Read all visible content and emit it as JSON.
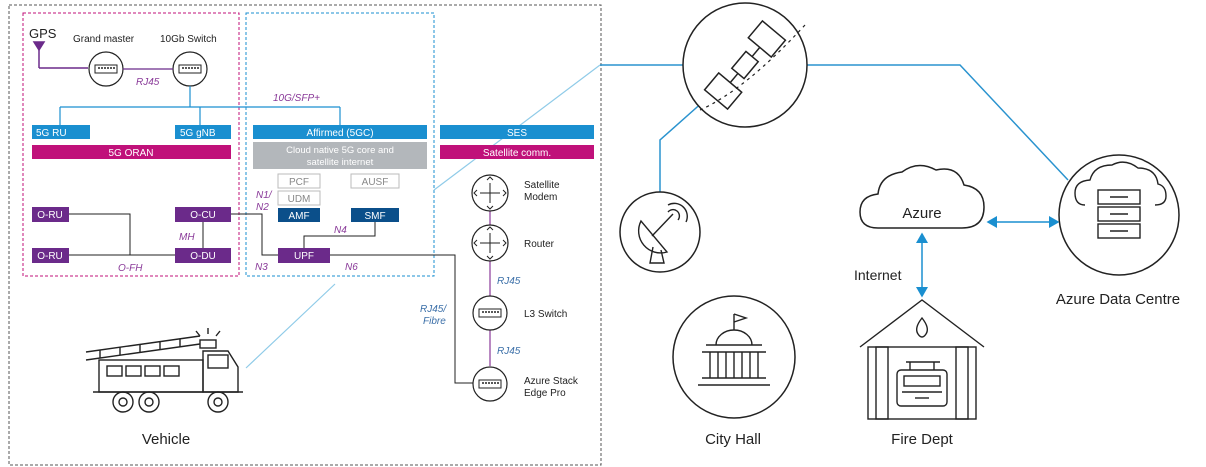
{
  "colors": {
    "magenta": "#c0117a",
    "purple": "#6b2a8a",
    "blue": "#1a8fd0",
    "navy": "#0b4f8a",
    "gray_block": "#b3b7bb",
    "link": "#2a93cf",
    "label_purple": "#8a3a99",
    "label_blue": "#3b6fa8",
    "ink": "#222222"
  },
  "labels": {
    "gps": "GPS",
    "grand_master": "Grand master",
    "switch_10gb": "10Gb Switch",
    "rj45_top": "RJ45",
    "sfp": "10G/SFP+",
    "ru_5g": "5G RU",
    "gnb_5g": "5G gNB",
    "oran_5g": "5G ORAN",
    "affirmed": "Affirmed (5GC)",
    "cloud_native_1": "Cloud native 5G core and",
    "cloud_native_2": "satellite internet",
    "ses": "SES",
    "satellite_comm": "Satellite comm.",
    "pcf": "PCF",
    "ausf": "AUSF",
    "udm": "UDM",
    "amf": "AMF",
    "smf": "SMF",
    "upf": "UPF",
    "n1": "N1/",
    "n2": "N2",
    "n3": "N3",
    "n4": "N4",
    "n6": "N6",
    "o_ru_1": "O-RU",
    "o_ru_2": "O-RU",
    "o_cu": "O-CU",
    "o_du": "O-DU",
    "mh": "MH",
    "o_fh": "O-FH",
    "satellite_modem_1": "Satellite",
    "satellite_modem_2": "Modem",
    "router": "Router",
    "rj45_router": "RJ45",
    "rj45_fibre_1": "RJ45/",
    "rj45_fibre_2": "Fibre",
    "l3_switch": "L3 Switch",
    "rj45_l3": "RJ45",
    "azure_stack_1": "Azure Stack",
    "azure_stack_2": "Edge Pro",
    "vehicle": "Vehicle",
    "azure": "Azure",
    "internet": "Internet",
    "azure_dc": "Azure Data Centre",
    "city_hall": "City Hall",
    "fire_dept": "Fire Dept"
  }
}
